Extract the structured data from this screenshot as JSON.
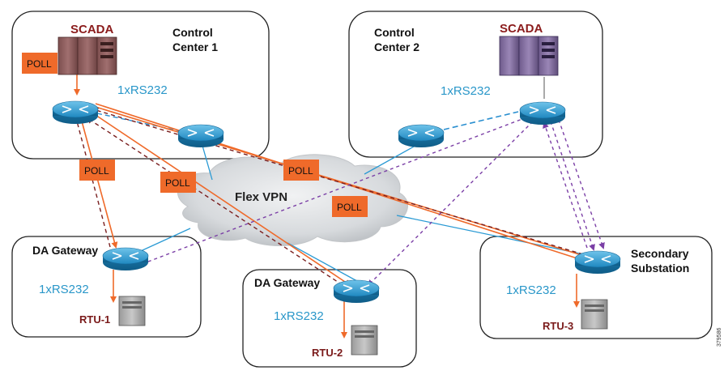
{
  "colors": {
    "poll_orange": "#ef6a2a",
    "scada_red": "#8b1c1c",
    "rs232_blue": "#2a97c9",
    "rtu_red": "#7a1a1a",
    "router_blue": "#1e8cc4",
    "dashed_purple": "#7b3fa6",
    "dashed_maroon": "#7a1f1f",
    "dashed_blue": "#2a8fd0",
    "solid_blue": "#2a9ad4",
    "cloud_gray": "#d4d7da"
  },
  "control_center_1": {
    "title_line1": "Control",
    "title_line2": "Center 1",
    "scada_label": "SCADA",
    "rs232_label": "1xRS232",
    "poll_label": "POLL"
  },
  "control_center_2": {
    "title_line1": "Control",
    "title_line2": "Center 2",
    "scada_label": "SCADA",
    "rs232_label": "1xRS232"
  },
  "cloud": {
    "label": "Flex VPN"
  },
  "poll_labels": {
    "a": "POLL",
    "b": "POLL",
    "c": "POLL",
    "d": "POLL"
  },
  "da_gateway_left": {
    "title": "DA Gateway",
    "rs232_label": "1xRS232",
    "rtu_label": "RTU-1"
  },
  "da_gateway_center": {
    "title": "DA Gateway",
    "rs232_label": "1xRS232",
    "rtu_label": "RTU-2"
  },
  "secondary_substation": {
    "title_line1": "Secondary",
    "title_line2": "Substation",
    "rs232_label": "1xRS232",
    "rtu_label": "RTU-3"
  },
  "figure_id": "379586",
  "icons": {
    "router": "router-icon",
    "server": "server-icon",
    "scada": "scada-server-icon",
    "cloud": "cloud-icon"
  }
}
